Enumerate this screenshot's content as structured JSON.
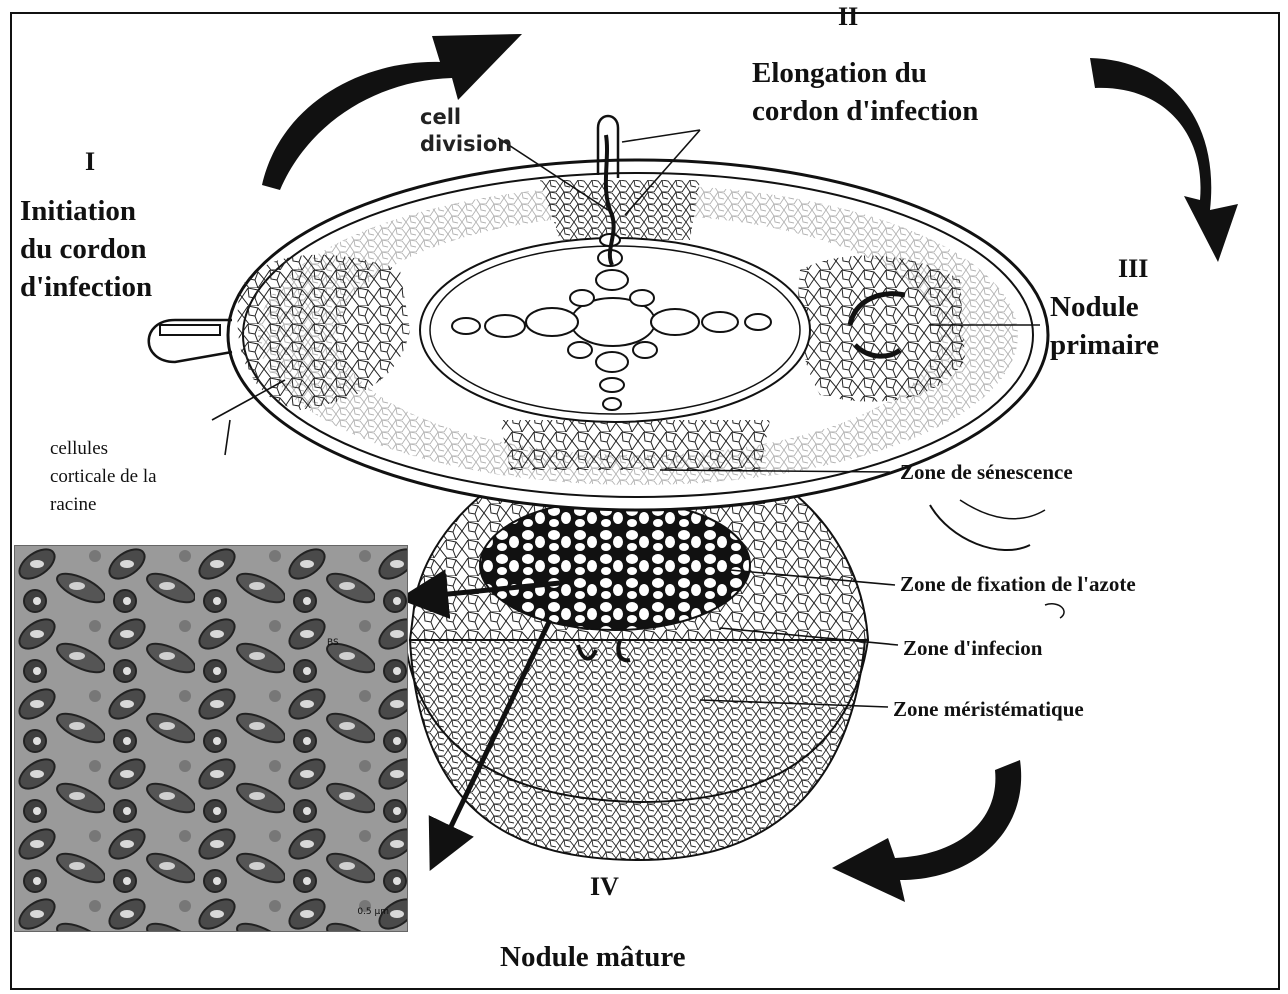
{
  "stages": {
    "stage1": {
      "number": "I",
      "title_lines": [
        "Initiation",
        "du cordon",
        "d'infection"
      ]
    },
    "stage2": {
      "number": "II",
      "title_lines": [
        "Elongation du",
        "cordon d'infection"
      ]
    },
    "stage3": {
      "number": "III",
      "title_lines": [
        "Nodule",
        "primaire"
      ]
    },
    "stage4": {
      "number": "IV",
      "title": "Nodule mâture"
    }
  },
  "labels": {
    "cell_division_lines": [
      "cell",
      "division"
    ],
    "cortical_lines": [
      "cellules",
      "corticale de la",
      "racine"
    ]
  },
  "zones": [
    {
      "id": "senescence",
      "label": "Zone de sénescence"
    },
    {
      "id": "fixation",
      "label": "Zone de fixation de l'azote"
    },
    {
      "id": "infection",
      "label": "Zone d'infecion"
    },
    {
      "id": "meristem",
      "label": "Zone méristématique"
    }
  ],
  "micrograph": {
    "label": "BS",
    "scale": "0.5 µm"
  },
  "colors": {
    "ink": "#111111",
    "micrograph_bg": "#8b8b8b",
    "background": "#ffffff"
  }
}
